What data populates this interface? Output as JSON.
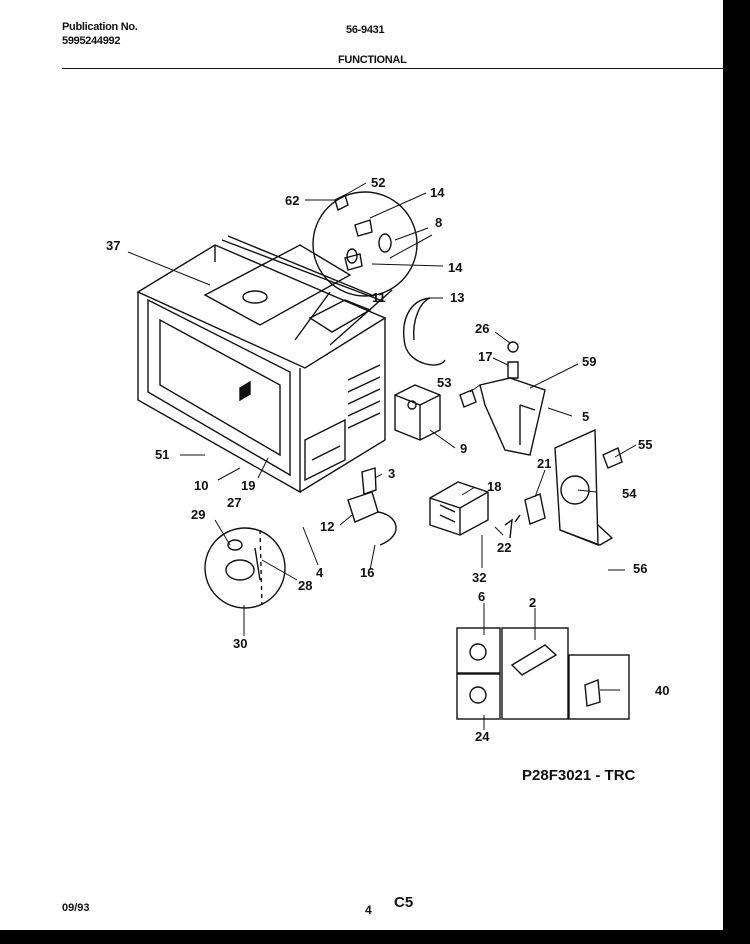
{
  "header": {
    "publication_label": "Publication No.",
    "publication_number": "5995244992",
    "model": "56-9431",
    "section": "FUNCTIONAL"
  },
  "diagram": {
    "code": "P28F3021 - TRC",
    "callouts": [
      "52",
      "62",
      "14",
      "8",
      "14",
      "37",
      "11",
      "13",
      "26",
      "17",
      "59",
      "53",
      "5",
      "9",
      "55",
      "21",
      "54",
      "51",
      "3",
      "18",
      "10",
      "19",
      "12",
      "22",
      "56",
      "27",
      "29",
      "4",
      "16",
      "32",
      "28",
      "6",
      "2",
      "30",
      "40",
      "24"
    ]
  },
  "footer": {
    "date": "09/93",
    "page": "4",
    "section_code": "C5"
  }
}
